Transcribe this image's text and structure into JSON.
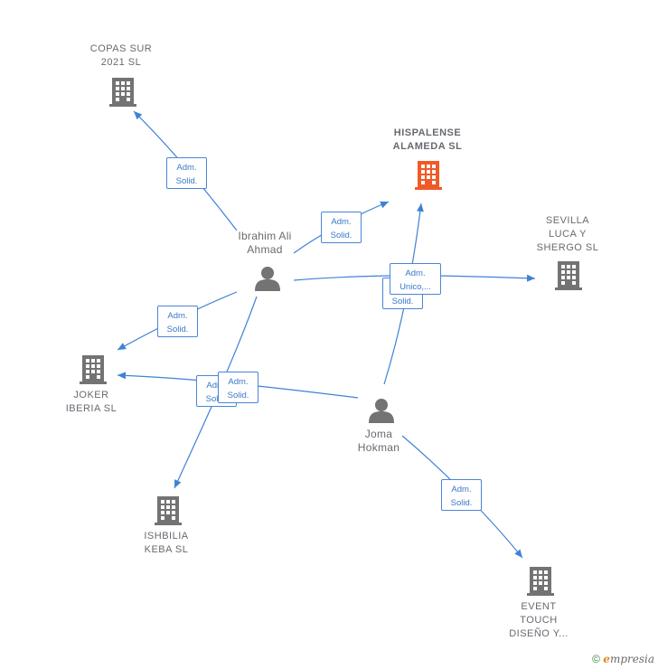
{
  "companies": [
    {
      "id": "copas",
      "label": "COPAS SUR\n2021  SL",
      "highlight": false
    },
    {
      "id": "hispalense",
      "label": "HISPALENSE\nALAMEDA  SL",
      "highlight": true
    },
    {
      "id": "sevilla",
      "label": "SEVILLA\nLUCA Y\nSHERGO  SL",
      "highlight": false
    },
    {
      "id": "joker",
      "label": "JOKER\nIBERIA  SL",
      "highlight": false
    },
    {
      "id": "ishbilia",
      "label": "ISHBILIA\nKEBA  SL",
      "highlight": false
    },
    {
      "id": "event",
      "label": "EVENT\nTOUCH\nDISEÑO Y...",
      "highlight": false
    }
  ],
  "persons": [
    {
      "id": "ibrahim",
      "label": "Ibrahim Ali\nAhmad"
    },
    {
      "id": "joma",
      "label": "Joma\nHokman"
    }
  ],
  "badges": [
    {
      "id": "b1",
      "label": "Adm.\nSolid."
    },
    {
      "id": "b2",
      "label": "Adm.\nSolid."
    },
    {
      "id": "b3",
      "label": "Adm.\nSolid."
    },
    {
      "id": "b4",
      "label": "Adm.\nSolid."
    },
    {
      "id": "b5",
      "label": "Adm.\nSolid."
    },
    {
      "id": "b6",
      "label": "Adm.\nSolid."
    },
    {
      "id": "b7",
      "label": "Adm.\nUnico,..."
    },
    {
      "id": "b8",
      "label": "Adm.\nSolid."
    }
  ],
  "colors": {
    "edge": "#3f82d6",
    "building": "#737373",
    "highlight": "#f05a28",
    "person": "#737373"
  },
  "footer": {
    "copyright": "©",
    "brand_e": "e",
    "brand_rest": "mpresia"
  }
}
